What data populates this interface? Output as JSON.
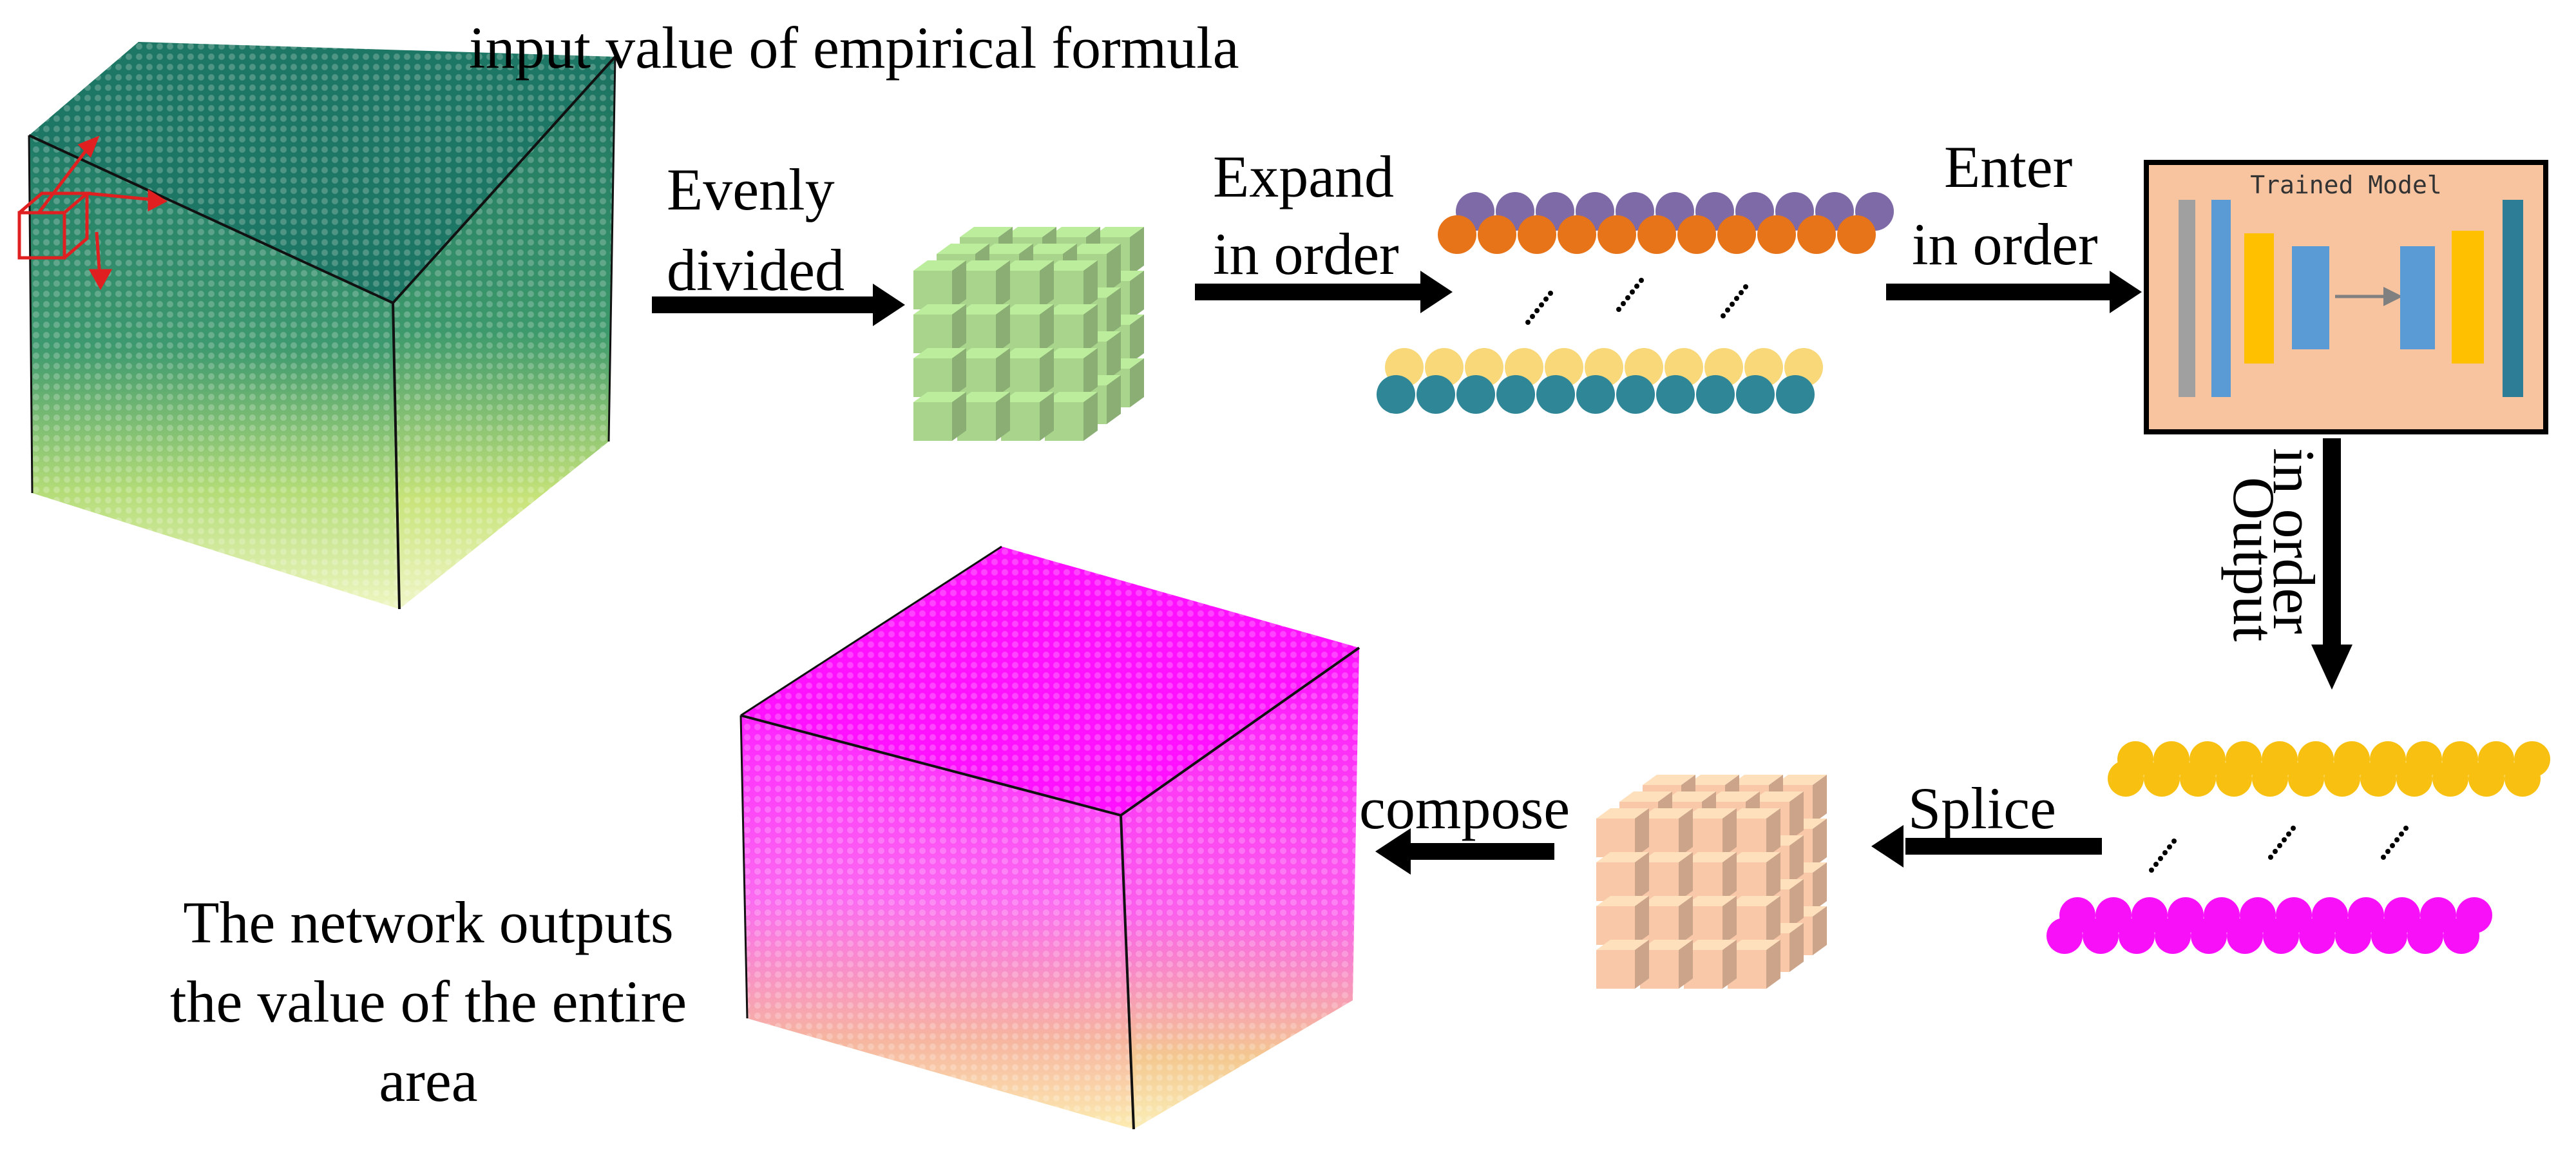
{
  "labels": {
    "input_title": "input value of empirical formula",
    "evenly": "Evenly",
    "divided": "divided",
    "expand": "Expand",
    "expand_in_order": "in order",
    "enter": "Enter",
    "enter_in_order": "in order",
    "model_title": "Trained Model",
    "output": "Output",
    "output_in_order": "in order",
    "splice": "Splice",
    "compose": "compose",
    "network_line1": "The network outputs",
    "network_line2": "the value of the entire",
    "network_line3": "area"
  },
  "colors": {
    "input_cube_top": "#1e7a66",
    "input_cube_mid": "#3f9a6e",
    "input_cube_bottom": "#d8ec7c",
    "output_cube_top": "#ff00ff",
    "output_cube_bottom": "#f8e07a",
    "green_block": "#a8d48c",
    "peach_block": "#f8c8a8",
    "purple_dot": "#7e6aa6",
    "orange_dot": "#e8741a",
    "yellow_dot": "#f8d878",
    "teal_dot": "#2e8696",
    "gold_dot": "#f8c010",
    "magenta_dot": "#f810f8",
    "model_bg": "#f8c4a0",
    "model_gray": "#a0a0a0",
    "model_blue": "#5b9bd5",
    "model_yellow": "#ffc000",
    "model_teal": "#2e7d96",
    "arrow": "#000000",
    "marker_red": "#e02020"
  }
}
